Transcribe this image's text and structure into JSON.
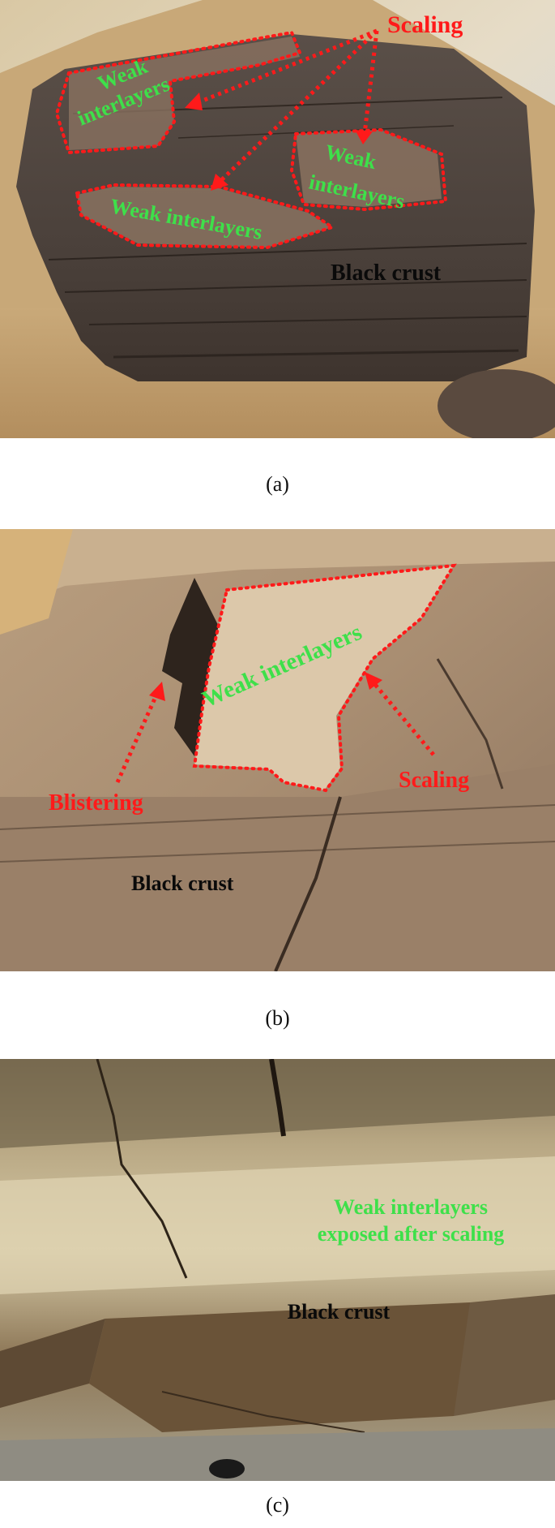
{
  "panels": [
    {
      "caption": "(a)",
      "labels": {
        "scaling": "Scaling",
        "weak1": "Weak",
        "weak1b": "interlayers",
        "weak2": "Weak",
        "weak2b": "interlayers",
        "weak3": "Weak interlayers",
        "black_crust": "Black crust"
      }
    },
    {
      "caption": "(b)",
      "labels": {
        "weak": "Weak interlayers",
        "blistering": "Blistering",
        "scaling": "Scaling",
        "black_crust": "Black crust"
      }
    },
    {
      "caption": "(c)",
      "labels": {
        "weak_line1": "Weak interlayers",
        "weak_line2": "exposed after scaling",
        "black_crust": "Black crust"
      }
    }
  ],
  "colors": {
    "annotation_red": "#ff1a1a",
    "annotation_green": "#3ee04a",
    "annotation_black": "#0a0a0a"
  }
}
